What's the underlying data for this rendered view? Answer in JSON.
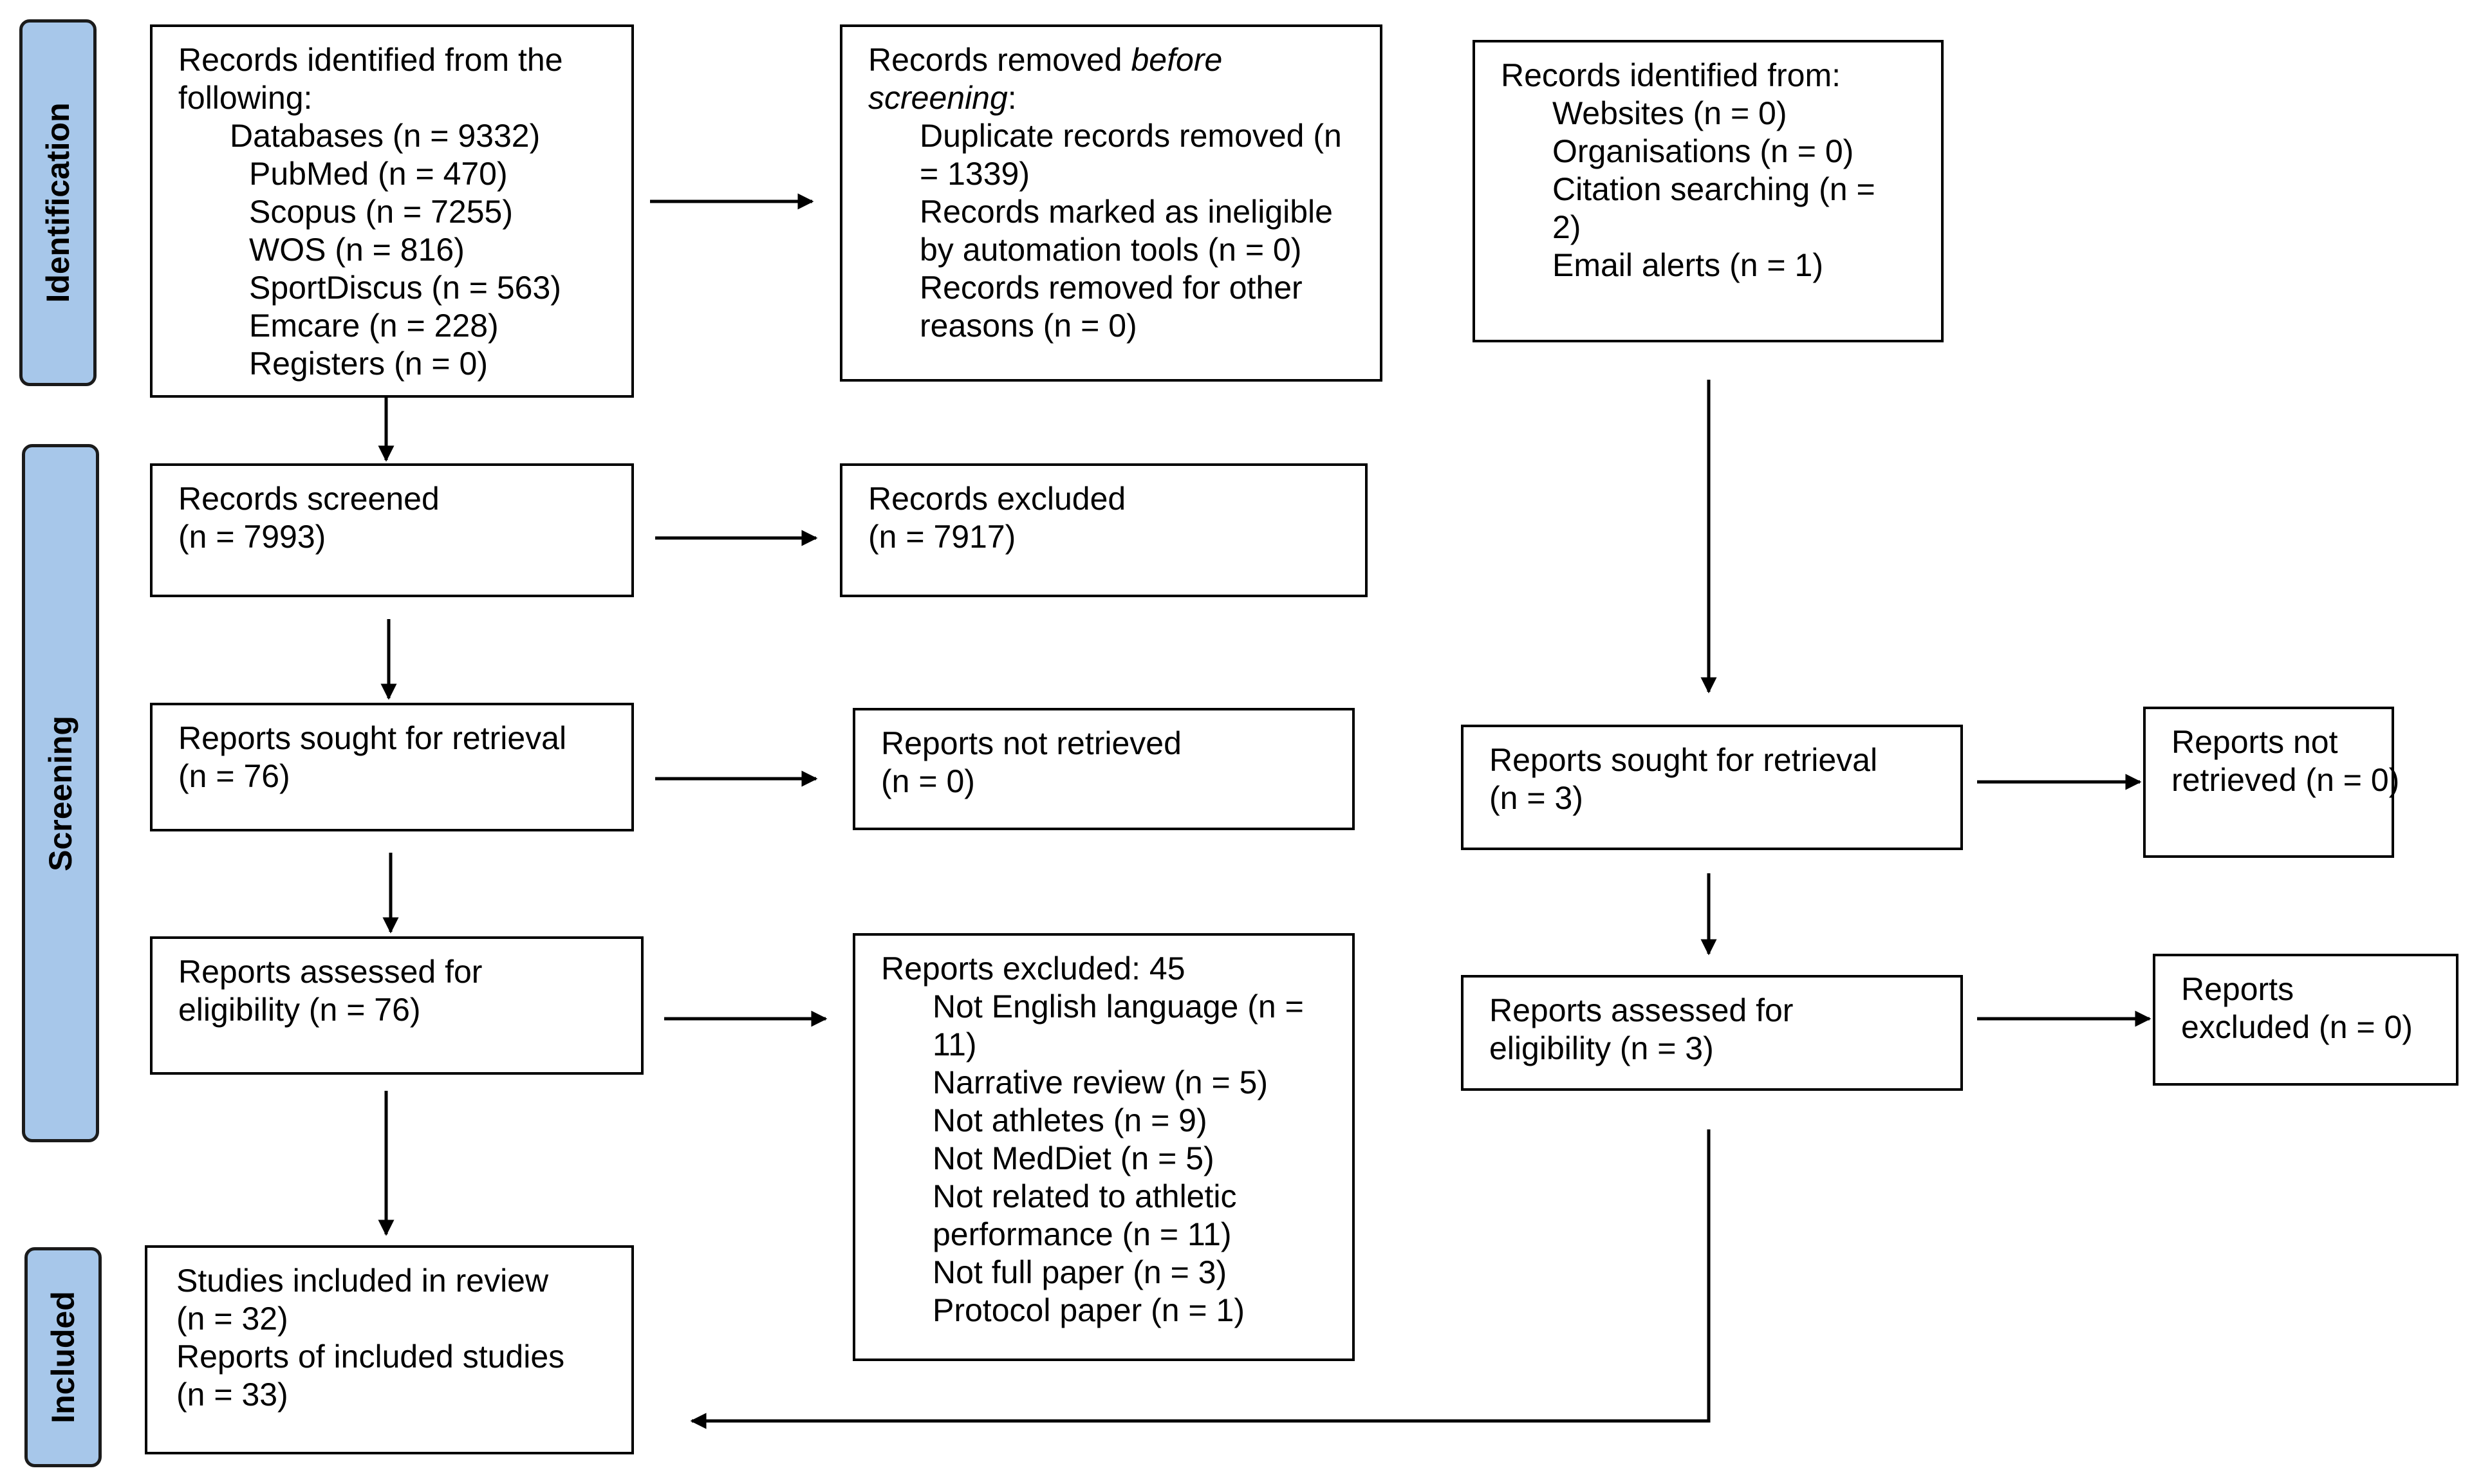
{
  "phases": {
    "identification": "Identification",
    "screening": "Screening",
    "included": "Included"
  },
  "identification": {
    "databases": {
      "lines": [
        "Records identified from the",
        "following:",
        "Databases (n = 9332)",
        "PubMed (n = 470)",
        "Scopus (n = 7255)",
        "WOS (n = 816)",
        "SportDiscus (n = 563)",
        "Emcare (n = 228)",
        "Registers (n = 0)"
      ]
    },
    "removed": {
      "line1_prefix": "Records removed ",
      "line1_emphasis": "before",
      "line2_emphasis": "screening",
      "line2_suffix": ":",
      "lines": [
        "Duplicate records removed (n",
        "= 1339)",
        "Records marked as ineligible",
        "by automation tools (n = 0)",
        "Records removed for other",
        "reasons (n = 0)"
      ]
    },
    "other_sources": {
      "lines": [
        "Records identified from:",
        "Websites (n = 0)",
        "Organisations (n = 0)",
        "Citation searching (n =",
        "2)",
        "Email alerts (n = 1)"
      ]
    }
  },
  "screening": {
    "records_screened": {
      "lines": [
        "Records screened",
        "(n = 7993)"
      ]
    },
    "records_excluded": {
      "lines": [
        "Records excluded",
        "(n = 7917)"
      ]
    },
    "sought_db": {
      "lines": [
        "Reports sought for retrieval",
        "(n = 76)"
      ]
    },
    "not_retrieved_db": {
      "lines": [
        "Reports not retrieved",
        "(n = 0)"
      ]
    },
    "sought_other": {
      "lines": [
        "Reports sought for retrieval",
        "(n = 3)"
      ]
    },
    "not_retrieved_other": {
      "lines": [
        "Reports not",
        "retrieved (n = 0)"
      ]
    },
    "assessed_db": {
      "lines": [
        "Reports assessed for",
        "eligibility (n = 76)"
      ]
    },
    "excluded_db": {
      "lines": [
        "Reports excluded: 45",
        "Not English language (n =",
        "11)",
        "Narrative review (n = 5)",
        "Not athletes (n = 9)",
        "Not MedDiet (n = 5)",
        "Not related to athletic",
        "performance (n = 11)",
        "Not full paper (n = 3)",
        "Protocol paper (n = 1)"
      ]
    },
    "assessed_other": {
      "lines": [
        "Reports assessed for",
        "eligibility (n = 3)"
      ]
    },
    "excluded_other": {
      "lines": [
        "Reports",
        "excluded (n = 0)"
      ]
    }
  },
  "included": {
    "studies": {
      "lines": [
        "Studies included in review",
        "(n = 32)",
        "Reports of included studies",
        "(n = 33)"
      ]
    }
  }
}
